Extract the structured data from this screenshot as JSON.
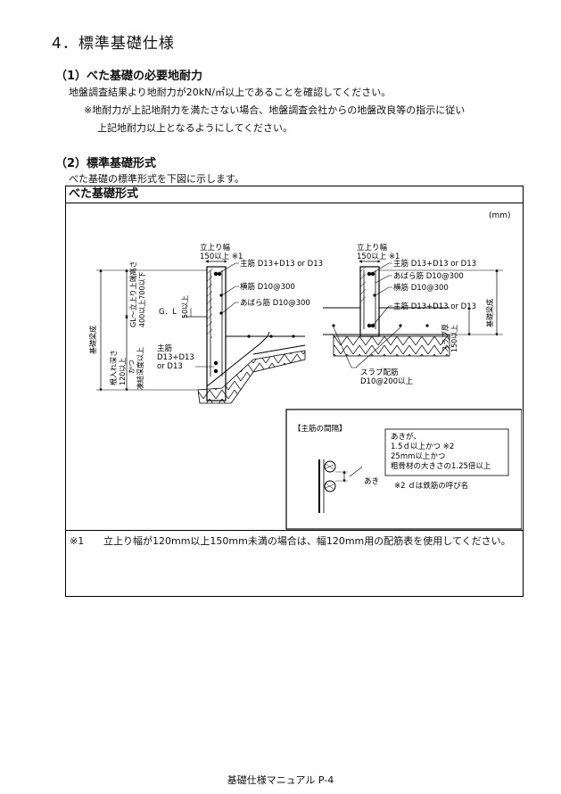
{
  "section_title": "4．標準基礎仕様",
  "sub1": {
    "title": "（1）べた基礎の必要地耐力",
    "line1": "地盤調査結果より地耐力が20kN/㎡以上であることを確認してください。",
    "note_line1": "※地耐力が上記地耐力を満たさない場合、地盤調査会社からの地盤改良等の指示に従い",
    "note_line2": "上記地耐力以上となるようにしてください。"
  },
  "sub2": {
    "title": "（2）標準基礎形式",
    "intro": "べた基礎の標準形式を下図に示します。"
  },
  "figure": {
    "box_title": "べた基礎形式",
    "unit": "(mm)",
    "left": {
      "rise_width": "立上り幅",
      "rise_width_value": "150以上 ※1",
      "main_bar_top": "主筋 D13+D13 or D13",
      "horizontal_bar": "横筋 D10@300",
      "rib_bar": "あばら筋 D10@300",
      "main_bar_bottom_1": "主筋",
      "main_bar_bottom_2": "D13+D13",
      "main_bar_bottom_3": "or D13",
      "gl": "G．L",
      "gl_height_1": "GL～立上り上端高さ",
      "gl_height_2": "400以上700以下",
      "fifty": "50以上",
      "beam_depth": "基礎梁成",
      "embed_1": "根入れ深さ",
      "embed_2": "120以上",
      "embed_3": "かつ",
      "embed_4": "凍結深度以上"
    },
    "right": {
      "rise_width": "立上り幅",
      "rise_width_value": "150以上 ※1",
      "main_bar_top": "主筋 D13+D13 or D13",
      "rib_bar": "あばら筋 D10@300",
      "horizontal_bar": "横筋 D10@300",
      "main_bar_bottom": "主筋 D13+D13 or D13",
      "slab_thickness_1": "スラブ厚",
      "slab_thickness_2": "150以上",
      "beam_depth": "基礎梁成",
      "slab_bar_1": "スラブ配筋",
      "slab_bar_2": "D10@200以上"
    },
    "detail": {
      "title": "【主筋の間隔】",
      "gap_label": "あき",
      "box_line1": "あきが、",
      "box_line2": "1.5ｄ以上かつ ※2",
      "box_line3": "25mm以上かつ",
      "box_line4": "粗骨材の大きさの1.25倍以上",
      "note": "※2 ｄは鉄筋の呼び名"
    },
    "footnote_mark": "※1",
    "footnote_text": "立上り幅が120mm以上150mm未満の場合は、幅120mm用の配筋表を使用してください。"
  },
  "footer": "基礎仕様マニュアル P-4"
}
